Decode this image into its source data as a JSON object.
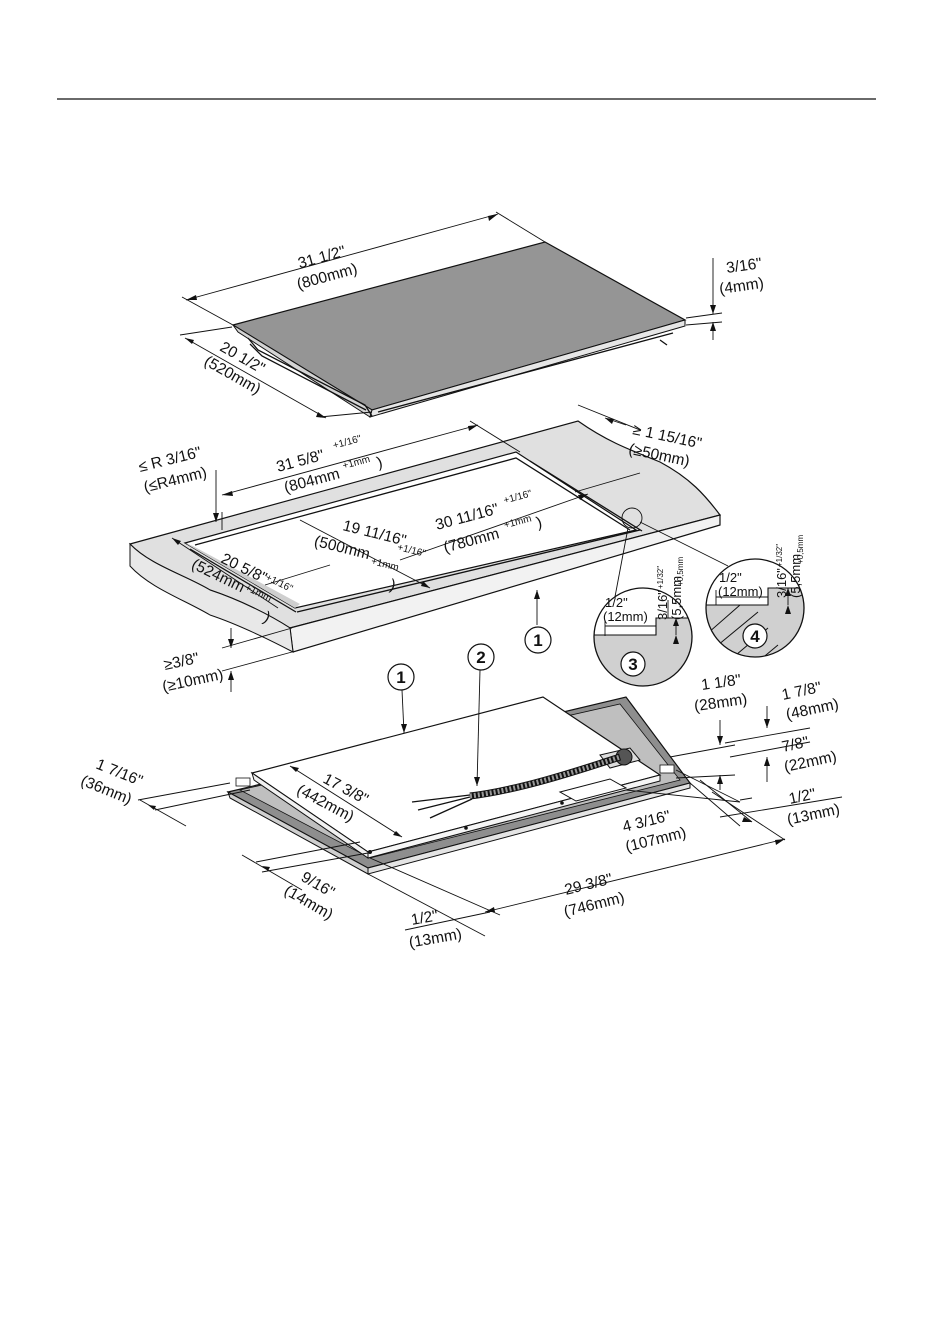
{
  "hob": {
    "width": {
      "in": "31 1/2\"",
      "mm": "(800mm)"
    },
    "depth": {
      "in": "20 1/2\"",
      "mm": "(520mm)"
    },
    "thick": {
      "in": "3/16\"",
      "mm": "(4mm)"
    }
  },
  "cutout": {
    "radius": {
      "in": "≤ R 3/16\"",
      "mm": "(≤R4mm)"
    },
    "outer_width": {
      "in": "31 5/8\"",
      "tol_in": "+1/16\"",
      "mm": "(804mm",
      "tol_mm": "+1mm",
      "close": ")"
    },
    "inner_width": {
      "in": "30 11/16\"",
      "tol_in": "+1/16\"",
      "mm": "(780mm",
      "tol_mm": "+1mm",
      "close": ")"
    },
    "inner_depth": {
      "in": "19 11/16\"",
      "tol_in": "+1/16\"",
      "mm": "(500mm",
      "tol_mm": "+1mm",
      "close": ")"
    },
    "outer_depth": {
      "in": "20 5/8\"",
      "tol_in": "+1/16\"",
      "mm": "(524mm",
      "tol_mm": "+1mm",
      "close": ")"
    },
    "front_min": {
      "in": "≥ 1 15/16\"",
      "mm": "(≥50mm)"
    },
    "thickness": {
      "in": "≥3/8\"",
      "mm": "(≥10mm)"
    }
  },
  "detail3": {
    "w_in": "1/2\"",
    "w_mm": "(12mm)",
    "h_in": "3/16\"",
    "h_tol": "+1/32\"",
    "h_mm": "(5,5mm",
    "h_mm_tol": "+0,5mm",
    "close": ")",
    "label": "3"
  },
  "detail4": {
    "w_in": "1/2\"",
    "w_mm": "(12mm)",
    "h_in": "3/16\"",
    "h_tol": "+1/32\"",
    "h_mm": "(5,5mm",
    "h_mm_tol": "+0,5mm",
    "close": ")",
    "label": "4"
  },
  "callouts": {
    "worktop": "1",
    "hob": "1",
    "cable": "2"
  },
  "bottom": {
    "left_edge": {
      "in": "1 7/16\"",
      "mm": "(36mm)"
    },
    "body_depth": {
      "in": "17 3/8\"",
      "mm": "(442mm)"
    },
    "height1": {
      "in": "1 1/8\"",
      "mm": "(28mm)"
    },
    "height2": {
      "in": "1 7/8\"",
      "mm": "(48mm)"
    },
    "height3": {
      "in": "7/8\"",
      "mm": "(22mm)"
    },
    "conn_offset": {
      "in": "4 3/16\"",
      "mm": "(107mm)"
    },
    "right_edge": {
      "in": "1/2\"",
      "mm": "(13mm)"
    },
    "body_width": {
      "in": "29 3/8\"",
      "mm": "(746mm)"
    },
    "front_gap": {
      "in": "9/16\"",
      "mm": "(14mm)"
    },
    "front_edge": {
      "in": "1/2\"",
      "mm": "(13mm)"
    }
  }
}
